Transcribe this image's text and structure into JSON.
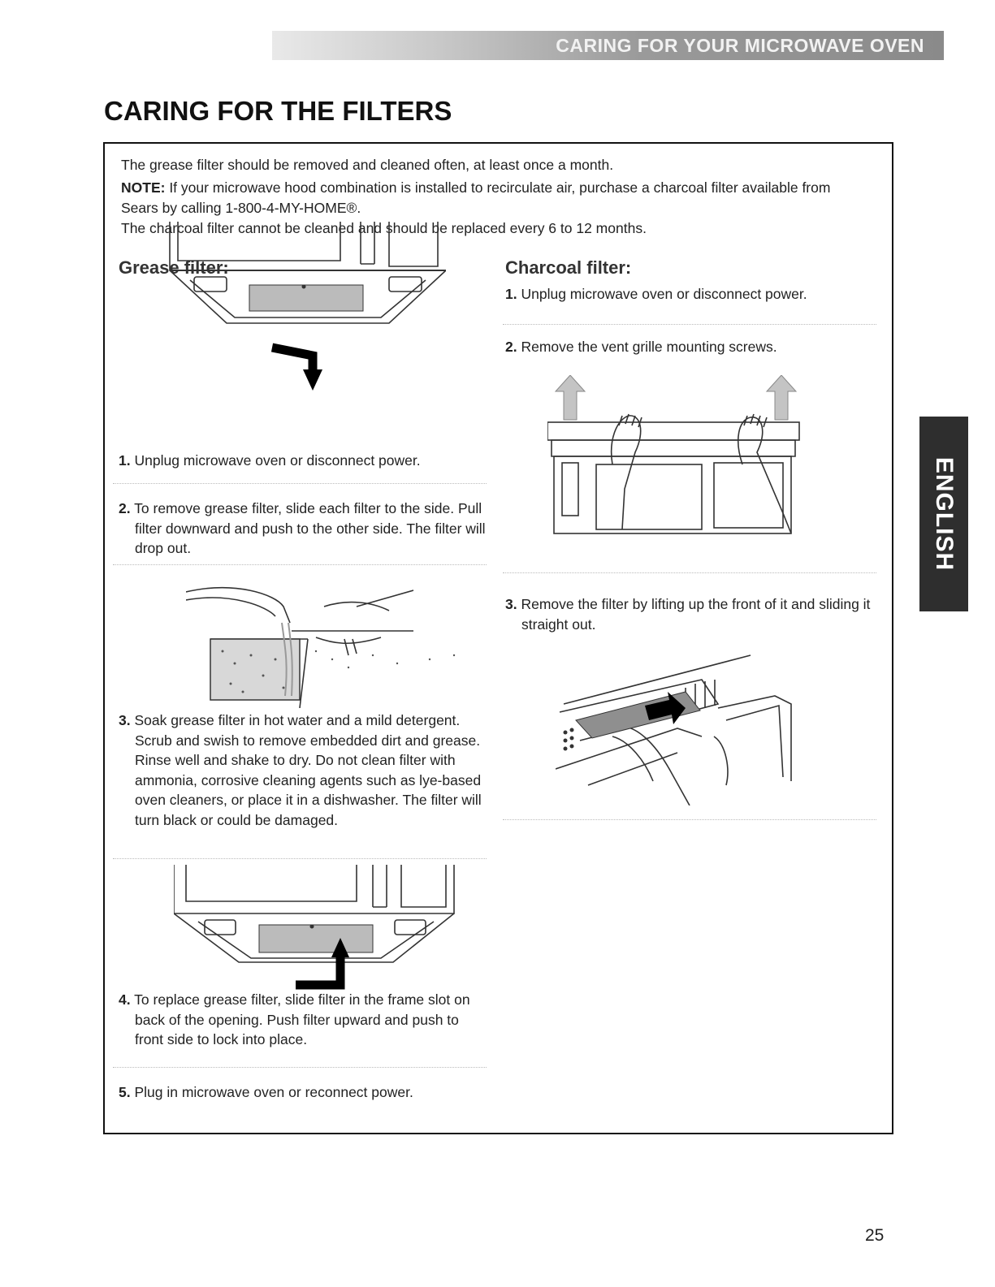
{
  "header": {
    "section_title": "CARING FOR YOUR MICROWAVE OVEN"
  },
  "page_title": "CARING FOR THE FILTERS",
  "intro": {
    "line1": "The grease filter should be removed and cleaned often, at least once a month.",
    "note_label": "NOTE:",
    "note_text": " If your microwave hood combination is installed to recirculate air, purchase a charcoal filter available from Sears by calling 1-800-4-MY-HOME®.",
    "line3": "The charcoal filter cannot be cleaned and should be replaced every 6 to 12 months."
  },
  "grease": {
    "heading": "Grease filter:",
    "steps": [
      {
        "num": "1.",
        "text": " Unplug microwave oven or disconnect power."
      },
      {
        "num": "2.",
        "text": " To remove grease filter, slide each filter to the side. Pull filter downward and push to the other side. The filter will drop out."
      },
      {
        "num": "3.",
        "text": " Soak grease filter in hot water and a mild detergent. Scrub and swish to remove embedded dirt and grease. Rinse well and shake to dry. Do not clean filter with ammonia, corrosive cleaning agents such as lye-based oven cleaners, or place it in a dishwasher. The filter will turn black or could be damaged."
      },
      {
        "num": "4.",
        "text": " To replace grease filter, slide filter in the frame slot on back of the opening. Push filter upward and push to front side to lock into place."
      },
      {
        "num": "5.",
        "text": " Plug in microwave oven or reconnect power."
      }
    ]
  },
  "charcoal": {
    "heading": "Charcoal filter:",
    "steps": [
      {
        "num": "1.",
        "text": " Unplug microwave oven or disconnect power."
      },
      {
        "num": "2.",
        "text": " Remove the vent grille mounting screws."
      },
      {
        "num": "3.",
        "text": " Remove the filter by lifting up the front of it and sliding it straight out."
      }
    ]
  },
  "side_tab": {
    "label": "ENGLISH"
  },
  "page_number": "25"
}
